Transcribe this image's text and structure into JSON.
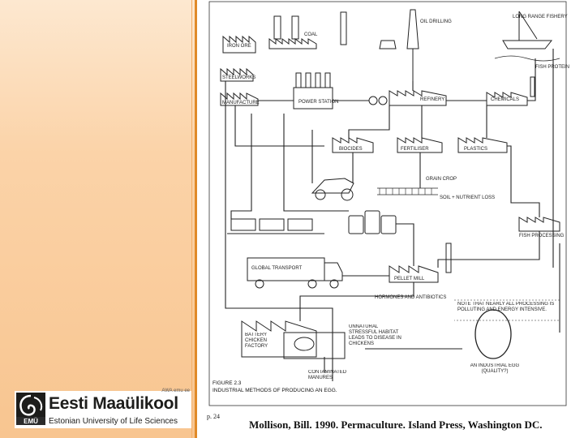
{
  "sidebar": {
    "logo": {
      "small_text": "AWA emu ee",
      "name": "Eesti Maaülikool",
      "subtitle": "Estonian University of Life Sciences",
      "mark": "EMÜ",
      "color": "#1d1d1b",
      "accent": "#e08a28"
    }
  },
  "diagram": {
    "labels": {
      "iron_ore": "IRON ORE",
      "coal": "COAL",
      "steelworks": "STEELWORKS",
      "manufacture": "MANUFACTURE",
      "power_station": "POWER STATION",
      "oil_drilling": "OIL DRILLING",
      "refinery": "REFINERY",
      "chemicals": "CHEMICALS",
      "long_range_fishery": "LONG RANGE FISHERY",
      "fish_protein": "FISH PROTEIN",
      "biocides": "BIOCIDES",
      "fertiliser": "FERTILISER",
      "plastics": "PLASTICS",
      "grain_crop": "GRAIN CROP",
      "soil_nutrient_loss": "SOIL + NUTRIENT LOSS",
      "fish_processing": "FISH PROCESSING",
      "global_transport": "GLOBAL TRANSPORT",
      "pellet_mill": "PELLET MILL",
      "hormones_antibiotics": "HORMONES AND ANTIBIOTICS",
      "note": "NOTE THAT NEARLY ALL PROCESSING IS POLLUTING AND ENERGY INTENSIVE.",
      "battery_chicken_factory": "BATTERY CHICKEN FACTORY",
      "unnatural_stressful": "UNNATURAL STRESSFUL HABITAT LEADS TO DISEASE IN CHICKENS",
      "contaminated_manures": "CONTAMINATED MANURES",
      "industrial_egg": "AN INDUSTRIAL EGG (QUALITY?)"
    },
    "figure_number": "FIGURE 2.3",
    "figure_caption": "INDUSTRIAL METHODS OF PRODUCING AN EGG."
  },
  "footer": {
    "page_number": "p. 24",
    "citation": "Mollison, Bill.  1990.  Permaculture.  Island Press, Washington DC."
  }
}
